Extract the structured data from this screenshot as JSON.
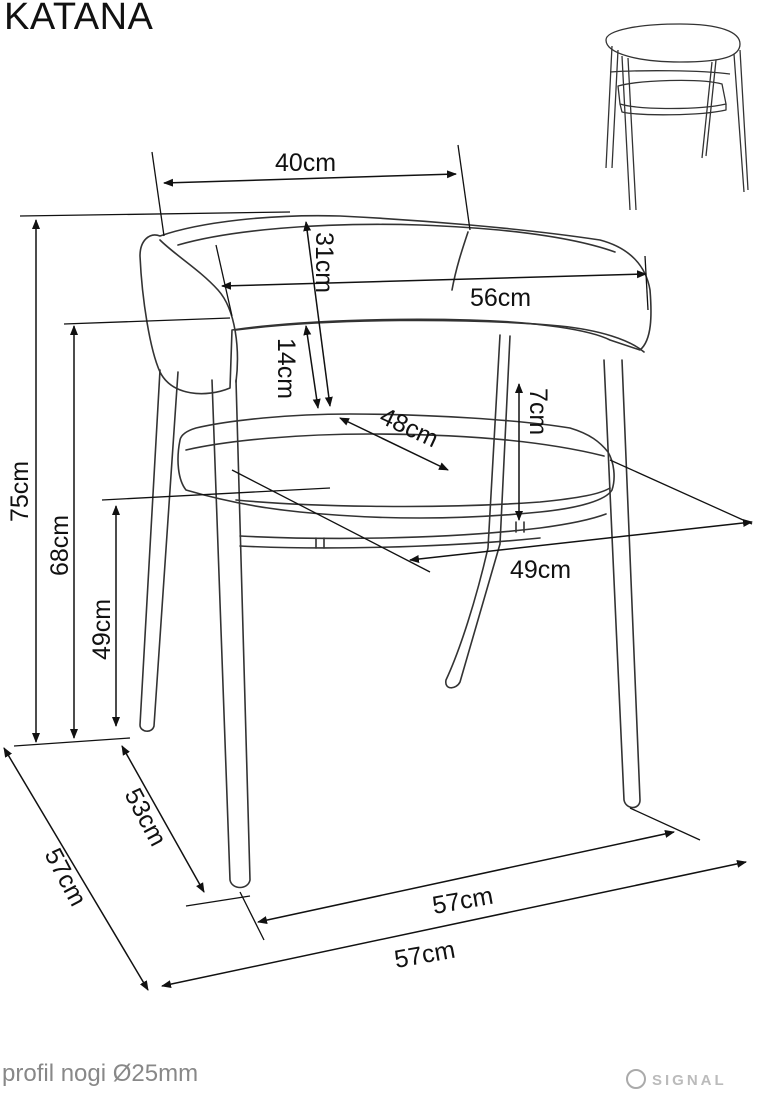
{
  "title": "KATANA",
  "dimensions": {
    "top_width": "40cm",
    "back_height": "31cm",
    "inner_width": "56cm",
    "armrest_height": "14cm",
    "seat_depth": "48cm",
    "seat_thickness": "7cm",
    "seat_width": "49cm",
    "total_height": "75cm",
    "arm_height": "68cm",
    "seat_height": "49cm",
    "leg_depth": "53cm",
    "total_depth": "57cm",
    "leg_width": "57cm",
    "total_width": "57cm"
  },
  "footer_note": "profil nogi Ø25mm",
  "logo_text": "SIGNAL"
}
